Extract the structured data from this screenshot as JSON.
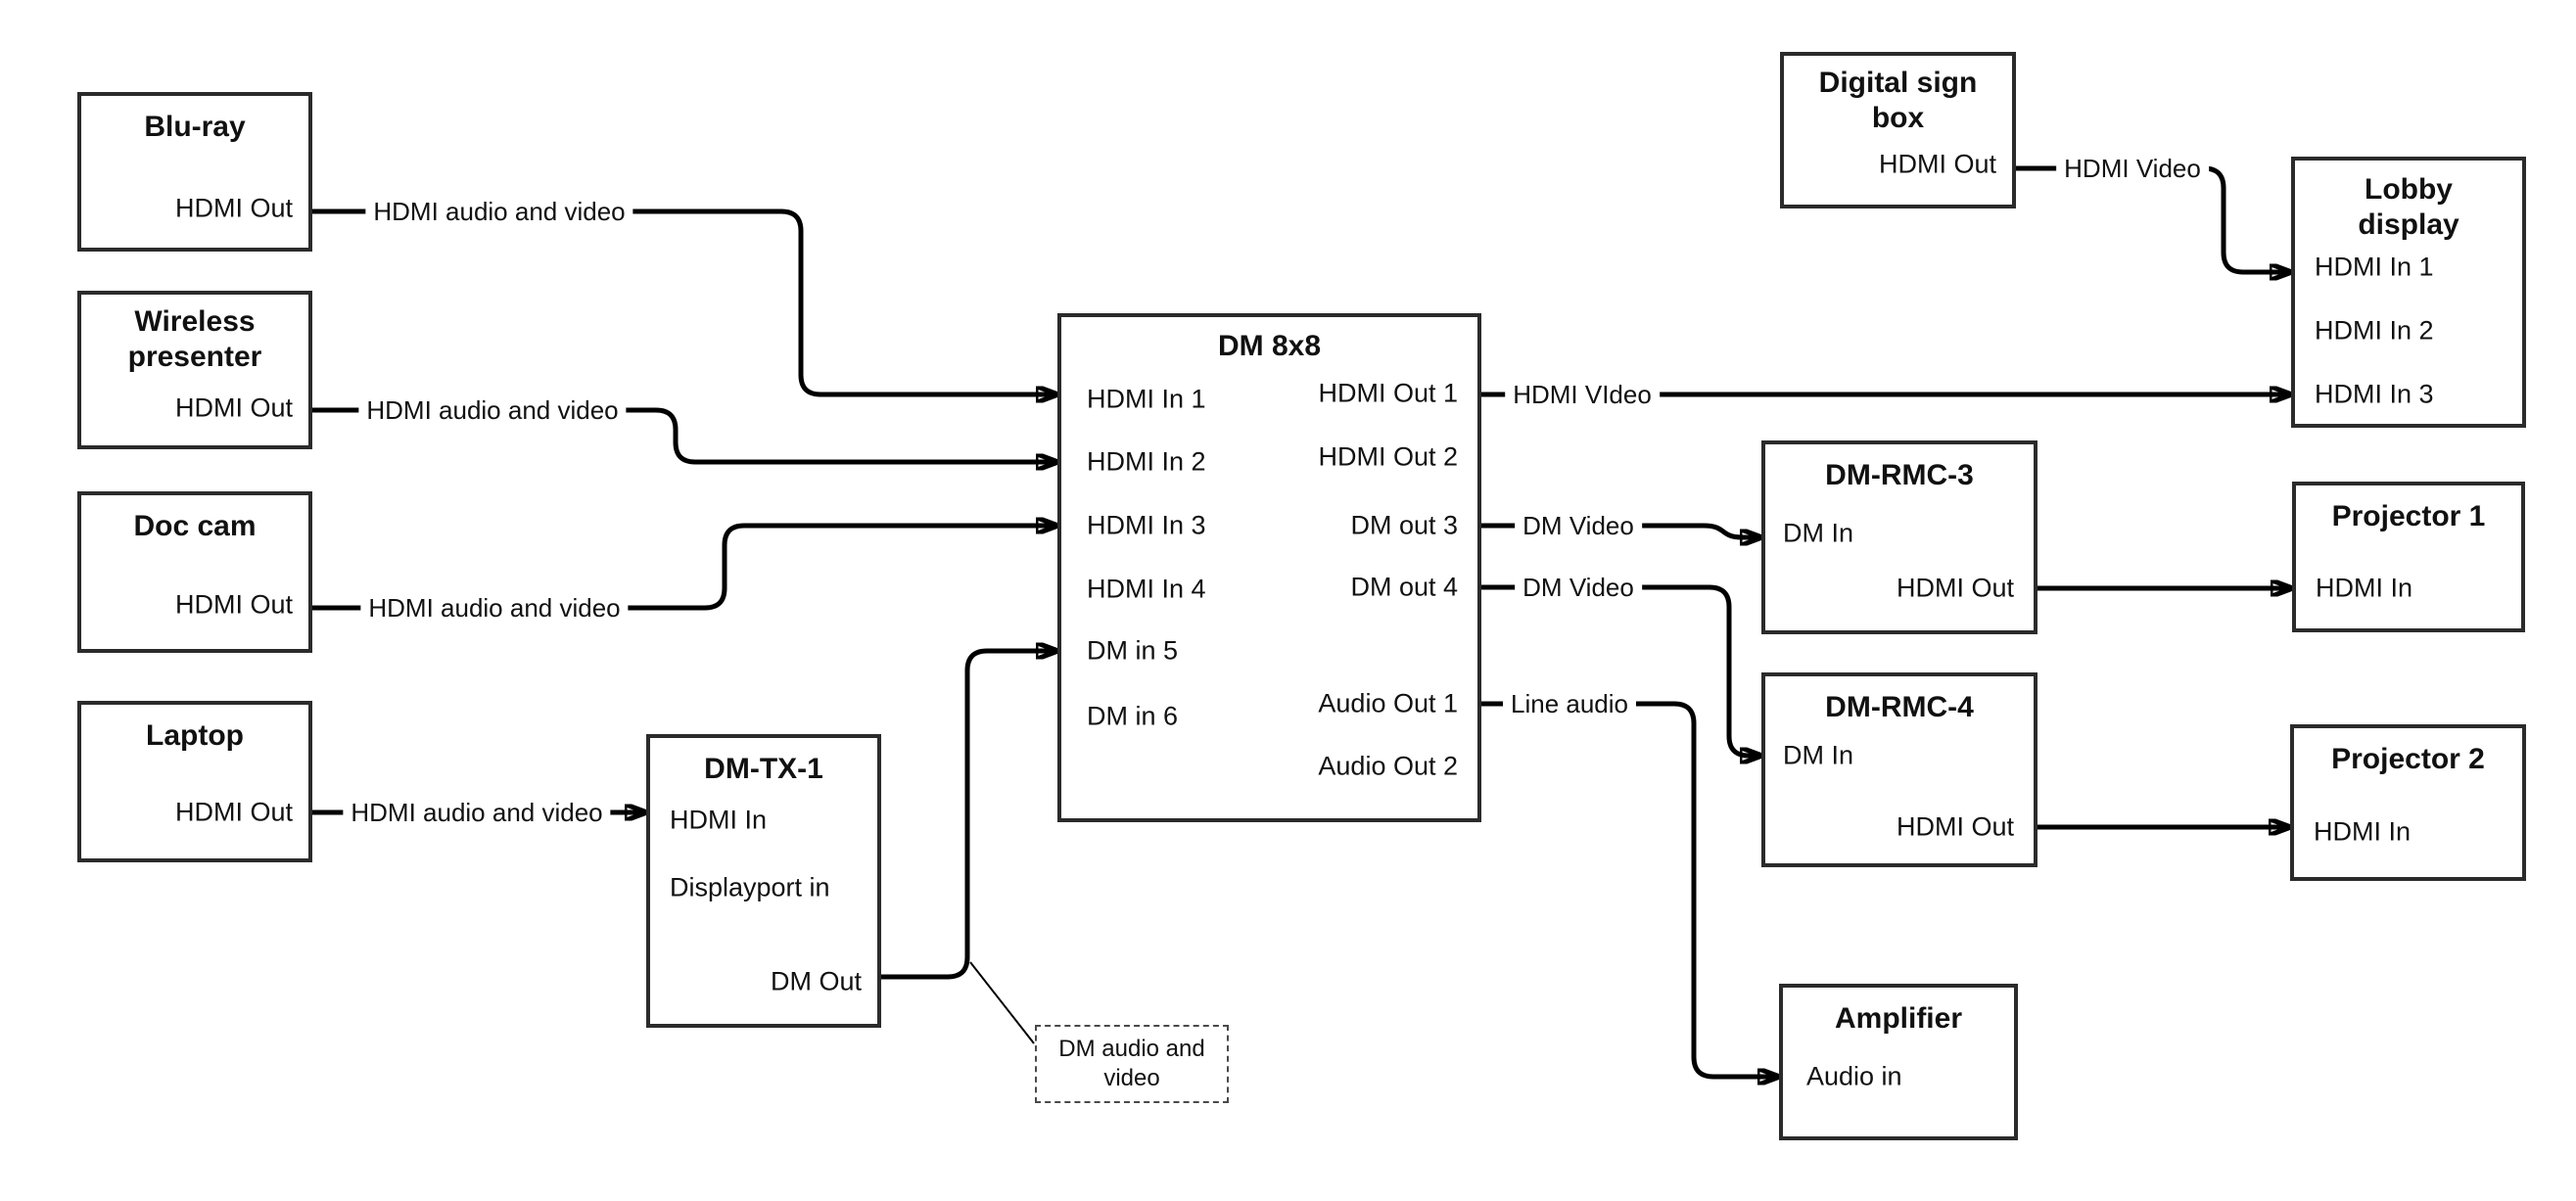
{
  "canvas": {
    "background": "#ffffff",
    "wire_color": "#000000",
    "box_border_color": "#2b2b2b",
    "text_color": "#111111"
  },
  "nodes": {
    "bluray": {
      "title": "Blu-ray",
      "hdmi_out": "HDMI Out"
    },
    "wireless_presenter": {
      "title": "Wireless presenter",
      "hdmi_out": "HDMI Out"
    },
    "doc_cam": {
      "title": "Doc cam",
      "hdmi_out": "HDMI Out"
    },
    "laptop": {
      "title": "Laptop",
      "hdmi_out": "HDMI Out"
    },
    "dm_tx_1": {
      "title": "DM-TX-1",
      "hdmi_in": "HDMI In",
      "displayport_in": "Displayport in",
      "dm_out": "DM Out"
    },
    "dm_8x8": {
      "title": "DM 8x8",
      "hdmi_in_1": "HDMI In 1",
      "hdmi_in_2": "HDMI In 2",
      "hdmi_in_3": "HDMI In 3",
      "hdmi_in_4": "HDMI In 4",
      "dm_in_5": "DM in 5",
      "dm_in_6": "DM in 6",
      "hdmi_out_1": "HDMI Out 1",
      "hdmi_out_2": "HDMI Out 2",
      "dm_out_3": "DM out 3",
      "dm_out_4": "DM out 4",
      "audio_out_1": "Audio Out 1",
      "audio_out_2": "Audio Out 2"
    },
    "digital_sign_box": {
      "title": "Digital sign box",
      "hdmi_out": "HDMI Out"
    },
    "lobby_display": {
      "title": "Lobby display",
      "hdmi_in_1": "HDMI In 1",
      "hdmi_in_2": "HDMI In 2",
      "hdmi_in_3": "HDMI In 3"
    },
    "dm_rmc_3": {
      "title": "DM-RMC-3",
      "dm_in": "DM In",
      "hdmi_out": "HDMI Out"
    },
    "projector_1": {
      "title": "Projector 1",
      "hdmi_in": "HDMI In"
    },
    "dm_rmc_4": {
      "title": "DM-RMC-4",
      "dm_in": "DM In",
      "hdmi_out": "HDMI Out"
    },
    "projector_2": {
      "title": "Projector 2",
      "hdmi_in": "HDMI In"
    },
    "amplifier": {
      "title": "Amplifier",
      "audio_in": "Audio in"
    }
  },
  "wire_labels": {
    "bluray_to_dm8x8": "HDMI audio and video",
    "wireless_to_dm8x8": "HDMI audio and video",
    "doccam_to_dm8x8": "HDMI audio and video",
    "laptop_to_dmtx1": "HDMI audio and video",
    "hdmi_out_1_wire": "HDMI VIdeo",
    "dm_out_3_wire": "DM Video",
    "dm_out_4_wire": "DM Video",
    "audio_out_1_wire": "Line audio",
    "digital_sign_wire": "HDMI Video",
    "dm_tx_callout": "DM audio and video"
  }
}
